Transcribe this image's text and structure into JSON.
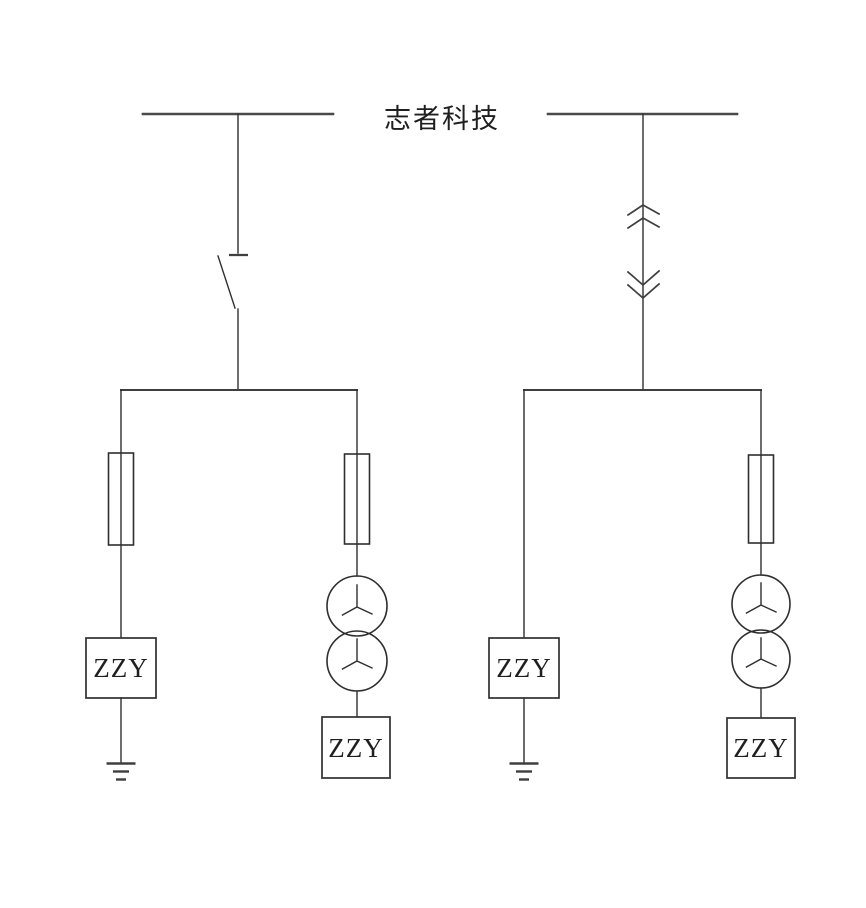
{
  "title": "志者科技",
  "colors": {
    "background": "#ffffff",
    "line": "#2f2f2f",
    "busbar": "#4a4a4a",
    "text": "#1f1f1f"
  },
  "circuits": [
    {
      "id": "left-feeder",
      "incomer_symbol": "disconnect-switch",
      "branches": [
        {
          "id": "left-branch",
          "components": [
            "fuse",
            "load-box",
            "earth-ground"
          ],
          "load_label": "ZZY"
        },
        {
          "id": "right-branch",
          "components": [
            "fuse",
            "two-winding-transformer-wye-wye",
            "load-box"
          ],
          "load_label": "ZZY"
        }
      ]
    },
    {
      "id": "right-feeder",
      "incomer_symbol": "drawout-contacts",
      "branches": [
        {
          "id": "left-branch",
          "components": [
            "load-box",
            "earth-ground"
          ],
          "load_label": "ZZY"
        },
        {
          "id": "right-branch",
          "components": [
            "fuse",
            "two-winding-transformer-wye-wye",
            "load-box"
          ],
          "load_label": "ZZY"
        }
      ]
    }
  ]
}
